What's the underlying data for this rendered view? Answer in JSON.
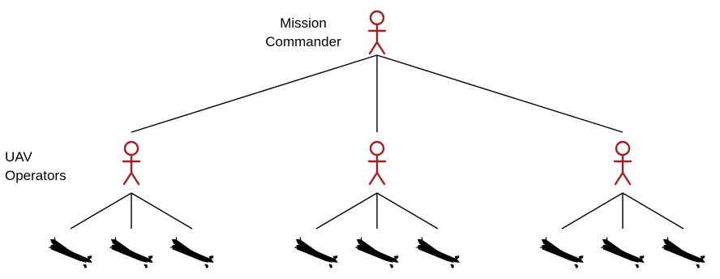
{
  "commander": {
    "label_line1": "Mission",
    "label_line2": "Commander"
  },
  "operators": {
    "label_line1": "UAV",
    "label_line2": "Operators",
    "count": 3,
    "uavs_per_operator": 3
  },
  "colors": {
    "figure": "#a41f23",
    "line": "#000000",
    "uav": "#000000"
  },
  "icons": {
    "person": "stick-figure-icon",
    "uav": "uav-icon"
  }
}
